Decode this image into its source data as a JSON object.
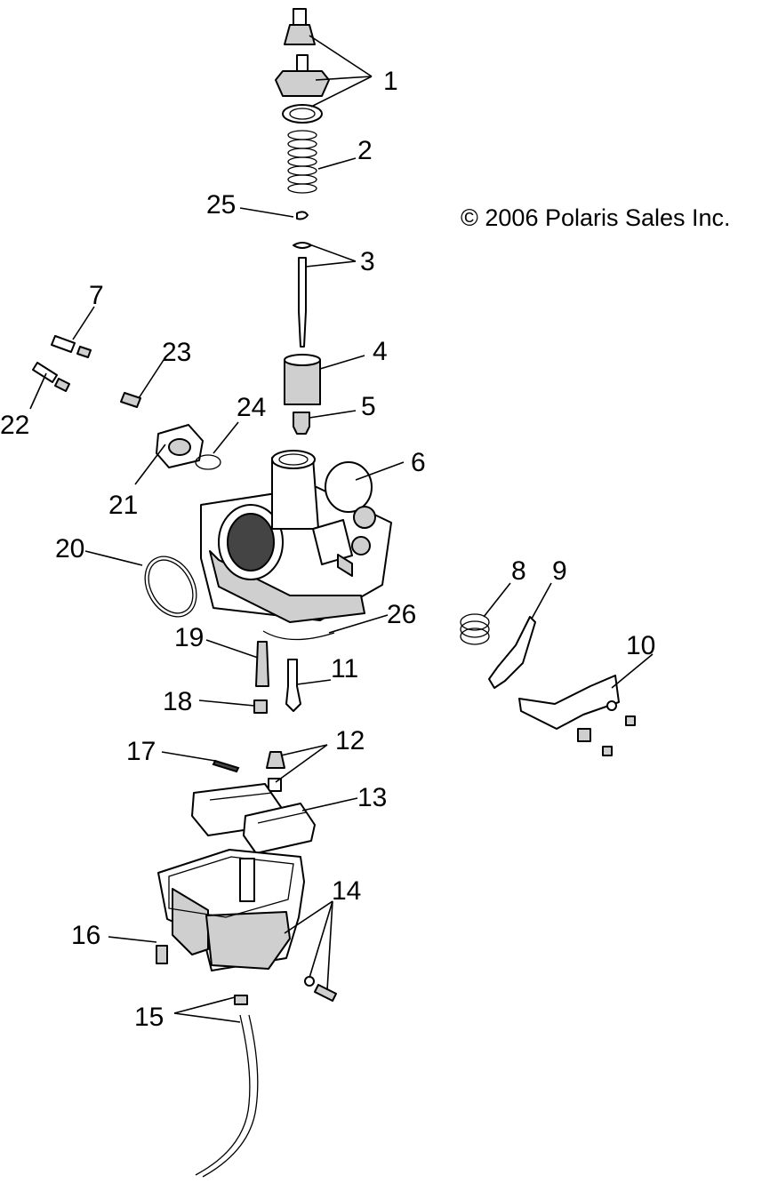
{
  "diagram": {
    "copyright": "© 2006 Polaris Sales Inc.",
    "callouts": [
      "1",
      "2",
      "3",
      "4",
      "5",
      "6",
      "7",
      "8",
      "9",
      "10",
      "11",
      "12",
      "13",
      "14",
      "15",
      "16",
      "17",
      "18",
      "19",
      "20",
      "21",
      "22",
      "23",
      "24",
      "25",
      "26"
    ]
  }
}
